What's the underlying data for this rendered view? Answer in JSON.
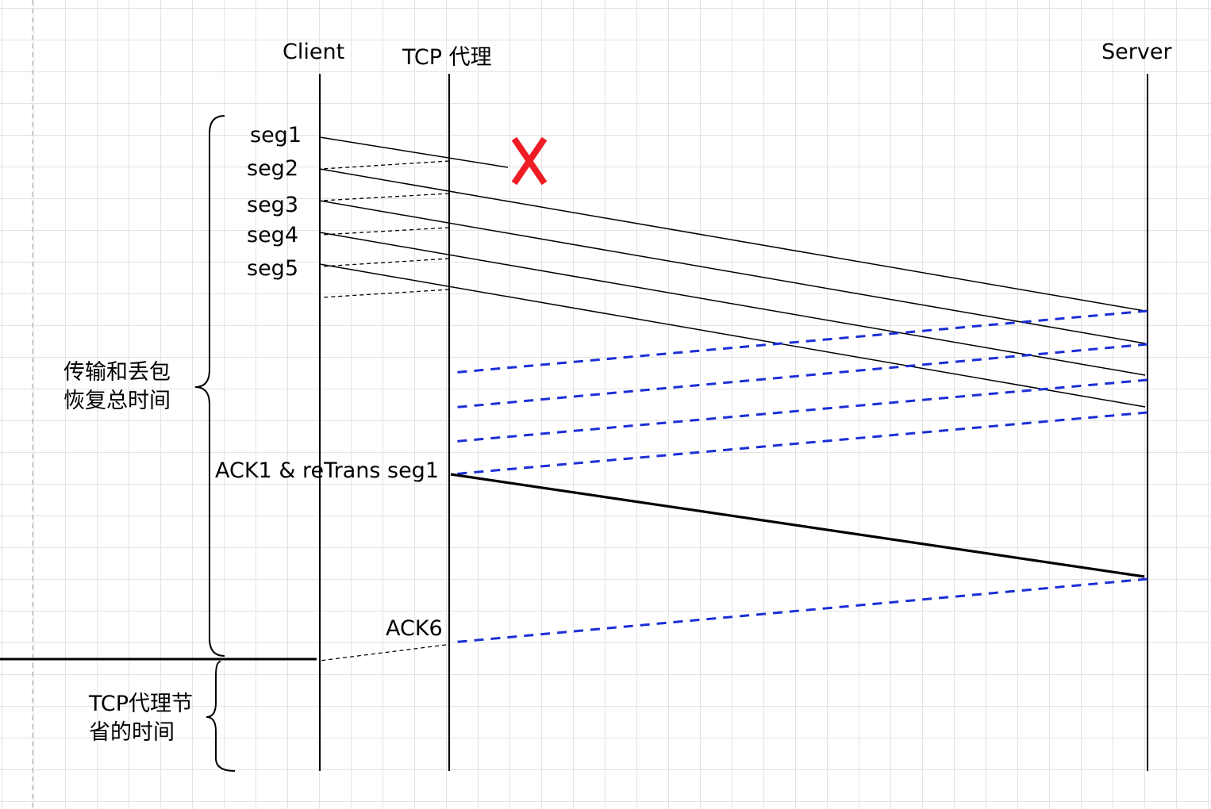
{
  "participants": {
    "client": "Client",
    "proxy": "TCP 代理",
    "server": "Server"
  },
  "segments": [
    "seg1",
    "seg2",
    "seg3",
    "seg4",
    "seg5"
  ],
  "annotations": {
    "transfer_recovery_line1": "传输和丢包",
    "transfer_recovery_line2": "恢复总时间",
    "retransmit": "ACK1 & reTrans seg1",
    "ack6": "ACK6",
    "saved_line1": "TCP代理节",
    "saved_line2": "省的时间"
  },
  "colors": {
    "line": "#000000",
    "ack_dashed": "#1a2fd6",
    "loss_marker": "#ee1c24",
    "grid": "#e3e3e3"
  }
}
